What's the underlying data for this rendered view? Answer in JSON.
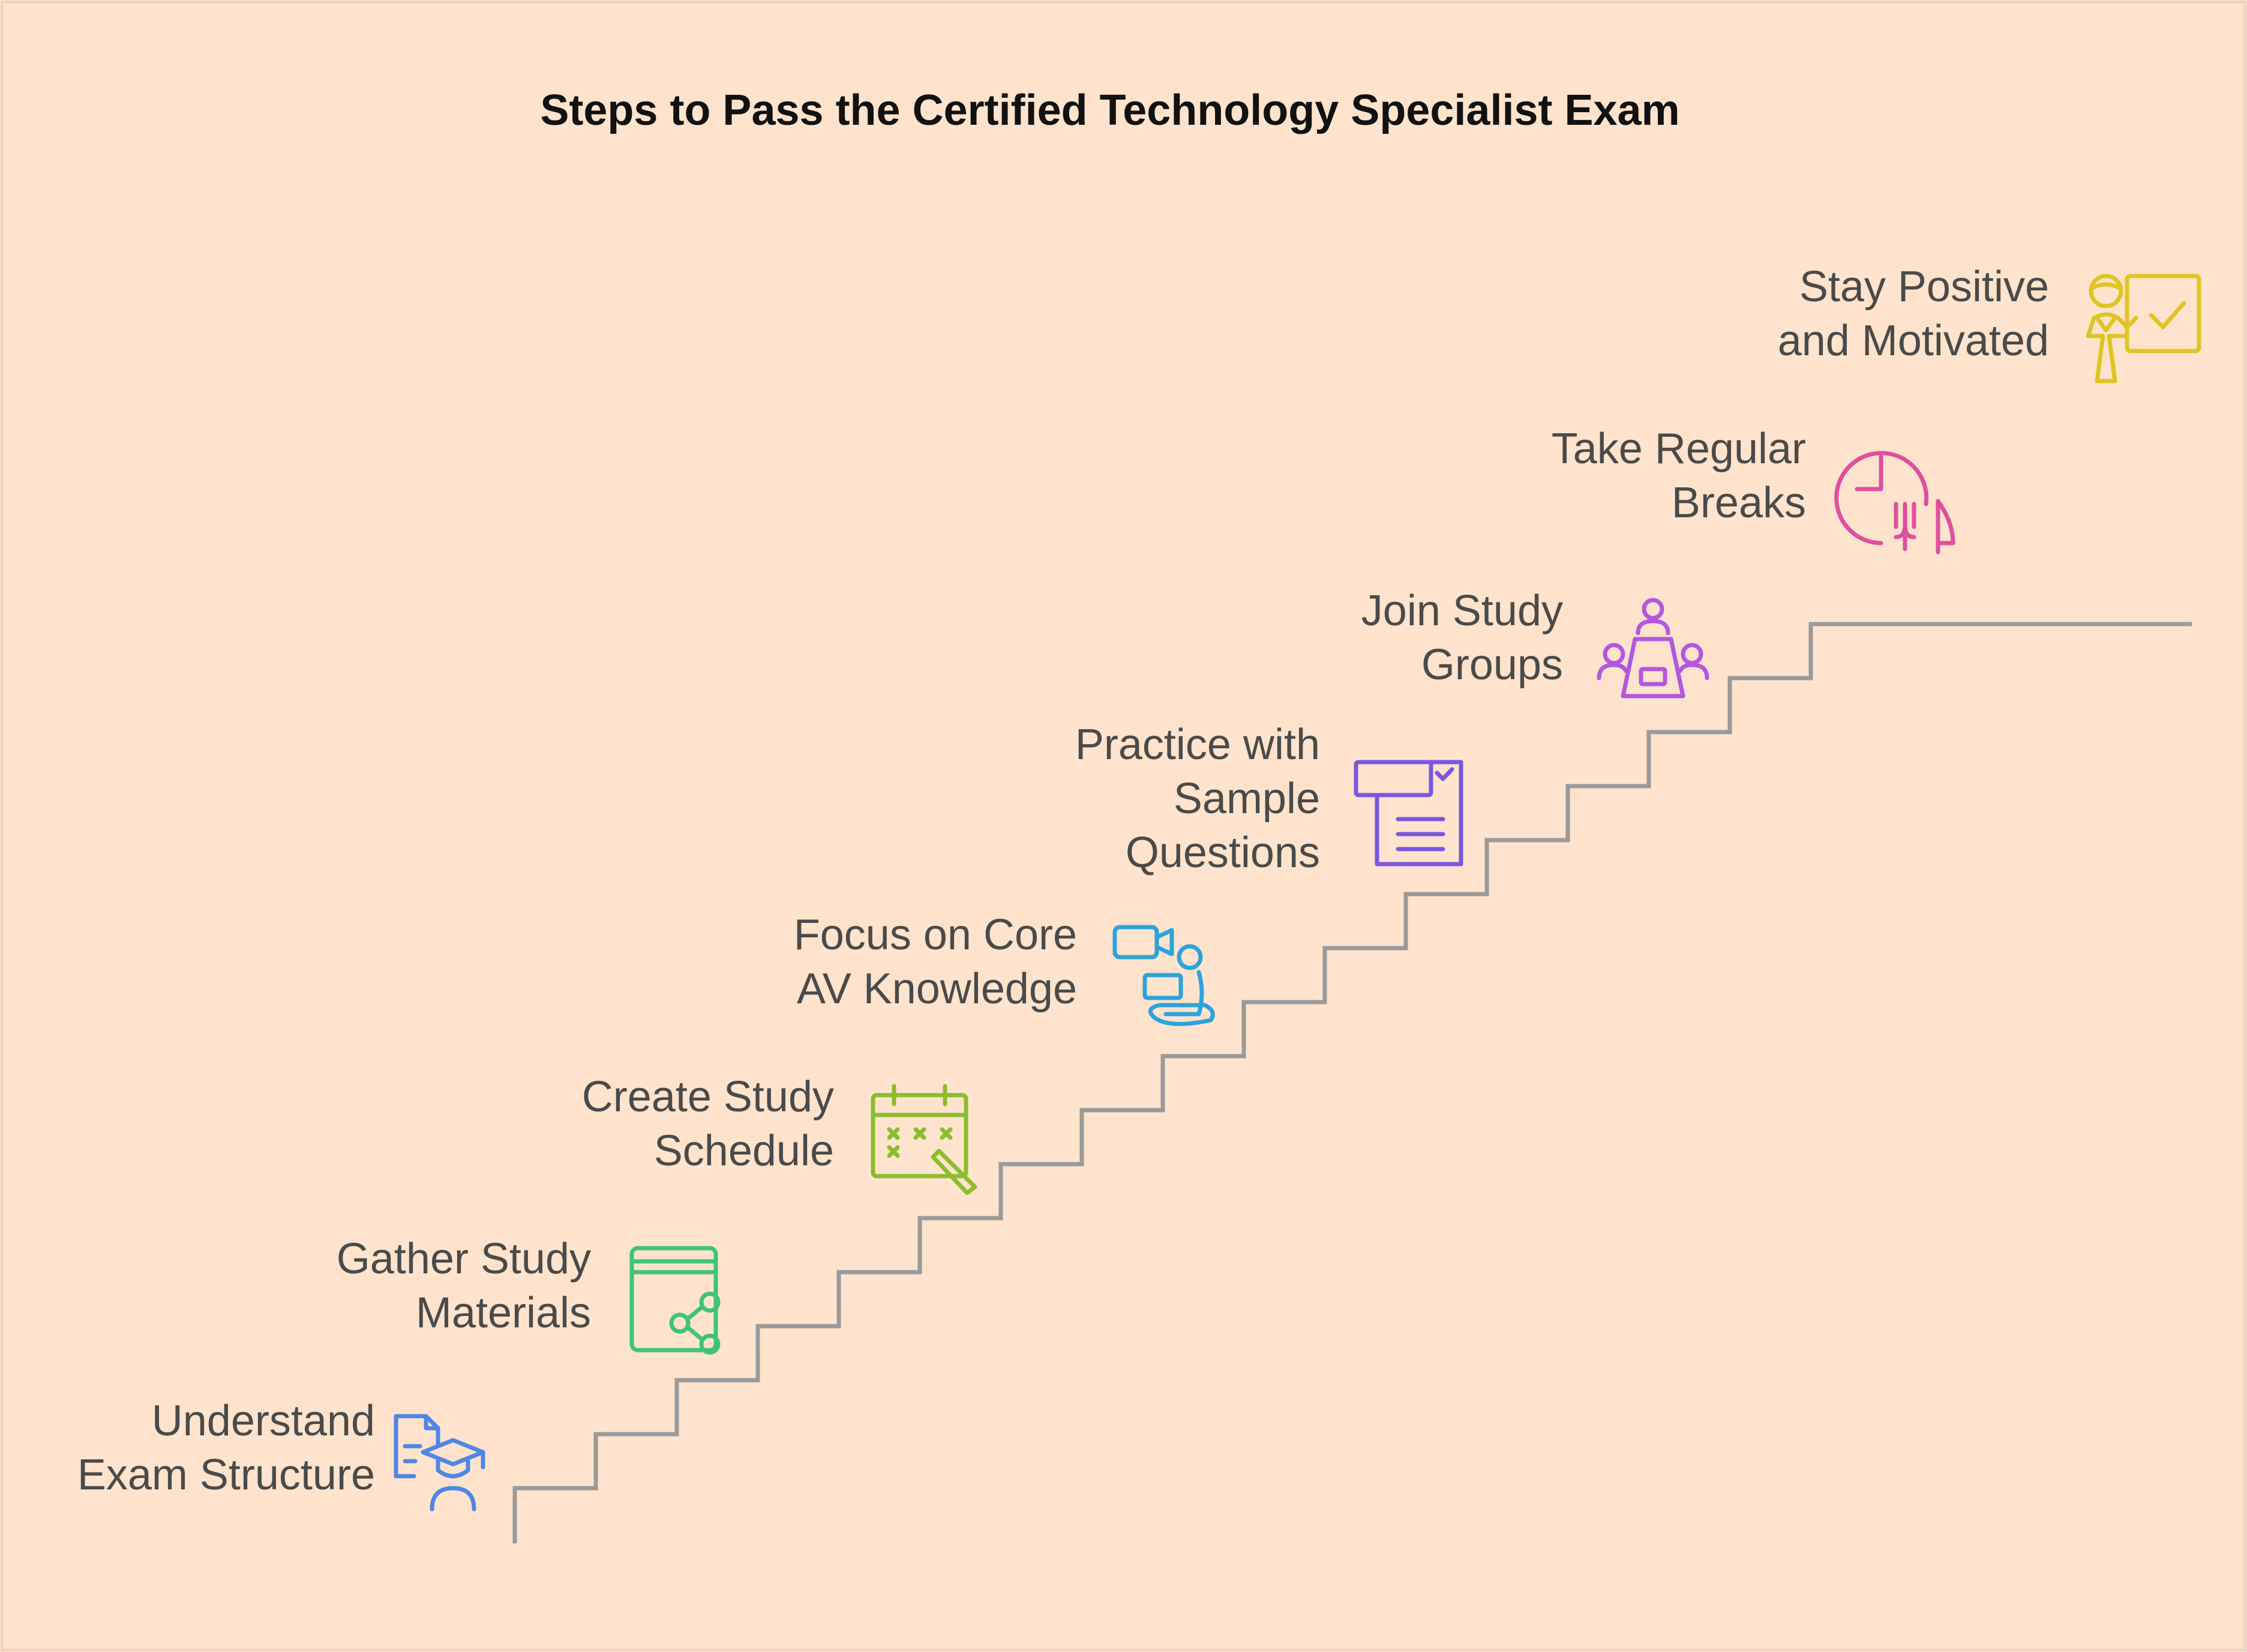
{
  "title": "Steps to Pass the Certified Technology Specialist Exam",
  "colors": {
    "background": "#ffe3cc",
    "border": "#f0d2b8",
    "stair": "#9a9a9a",
    "label_text": "#4a4a4a",
    "title_text": "#111111"
  },
  "steps": [
    {
      "lines": [
        "Understand",
        "Exam Structure"
      ],
      "icon": "exam-student-icon",
      "color": "#4f86e6"
    },
    {
      "lines": [
        "Gather Study",
        "Materials"
      ],
      "icon": "book-share-icon",
      "color": "#3fc37a"
    },
    {
      "lines": [
        "Create Study",
        "Schedule"
      ],
      "icon": "calendar-pencil-icon",
      "color": "#8bbd2e"
    },
    {
      "lines": [
        "Focus on Core",
        "AV Knowledge"
      ],
      "icon": "video-study-icon",
      "color": "#2ba3dd"
    },
    {
      "lines": [
        "Practice with",
        "Sample",
        "Questions"
      ],
      "icon": "checklist-document-icon",
      "color": "#7a57e0"
    },
    {
      "lines": [
        "Join Study",
        "Groups"
      ],
      "icon": "group-meeting-icon",
      "color": "#b356e0"
    },
    {
      "lines": [
        "Take Regular",
        "Breaks"
      ],
      "icon": "clock-meal-icon",
      "color": "#df4f9f"
    },
    {
      "lines": [
        "Stay Positive",
        "and Motivated"
      ],
      "icon": "person-checkmark-icon",
      "color": "#e0c423"
    }
  ]
}
